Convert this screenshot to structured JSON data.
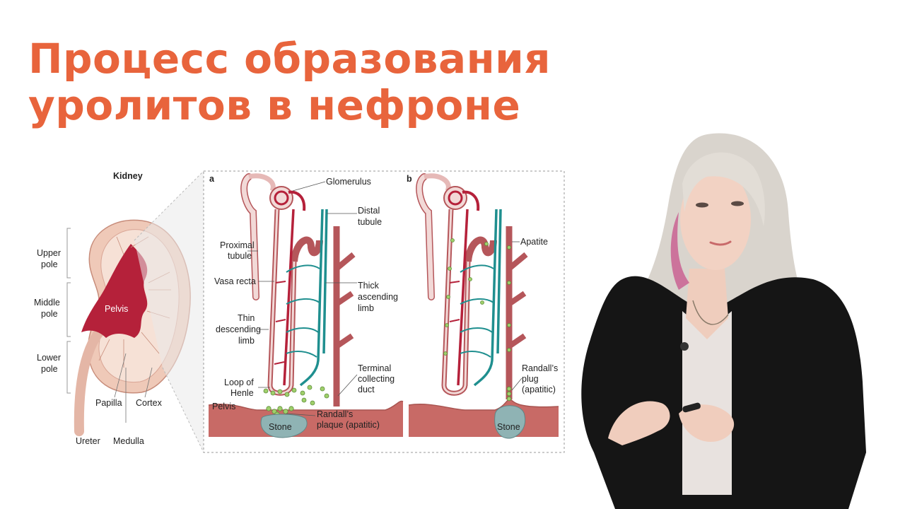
{
  "slide": {
    "title_line1": "Процесс образования",
    "title_line2": "уролитов в нефроне"
  },
  "colors": {
    "title": "#e8643c",
    "artery": "#b5213a",
    "tubule": "#b5565a",
    "tubule_light": "#e6b9b7",
    "vein": "#1f8f8f",
    "tissue": "#c86a66",
    "stone": "#8fb3b4",
    "crystal": "#9fcf6b"
  },
  "kidney": {
    "heading": "Kidney",
    "pelvis": "Pelvis",
    "upper_pole": [
      "Upper",
      "pole"
    ],
    "middle_pole": [
      "Middle",
      "pole"
    ],
    "lower_pole": [
      "Lower",
      "pole"
    ],
    "papilla": "Papilla",
    "cortex": "Cortex",
    "ureter": "Ureter",
    "medulla": "Medulla"
  },
  "panel_a": {
    "letter": "a",
    "glomerulus": "Glomerulus",
    "distal_tubule": [
      "Distal",
      "tubule"
    ],
    "proximal_tubule": [
      "Proximal",
      "tubule"
    ],
    "vasa_recta": "Vasa recta",
    "thick_ascending": [
      "Thick",
      "ascending",
      "limb"
    ],
    "thin_descending": [
      "Thin",
      "descending",
      "limb"
    ],
    "loop_of_henle": [
      "Loop of",
      "Henle"
    ],
    "terminal_duct": [
      "Terminal",
      "collecting",
      "duct"
    ],
    "pelvis": "Pelvis",
    "randalls_plaque": [
      "Randall’s",
      "plaque (apatitic)"
    ],
    "stone": "Stone"
  },
  "panel_b": {
    "letter": "b",
    "apatite": "Apatite",
    "randalls_plug": [
      "Randall’s",
      "plug",
      "(apatitic)"
    ],
    "stone": "Stone"
  }
}
